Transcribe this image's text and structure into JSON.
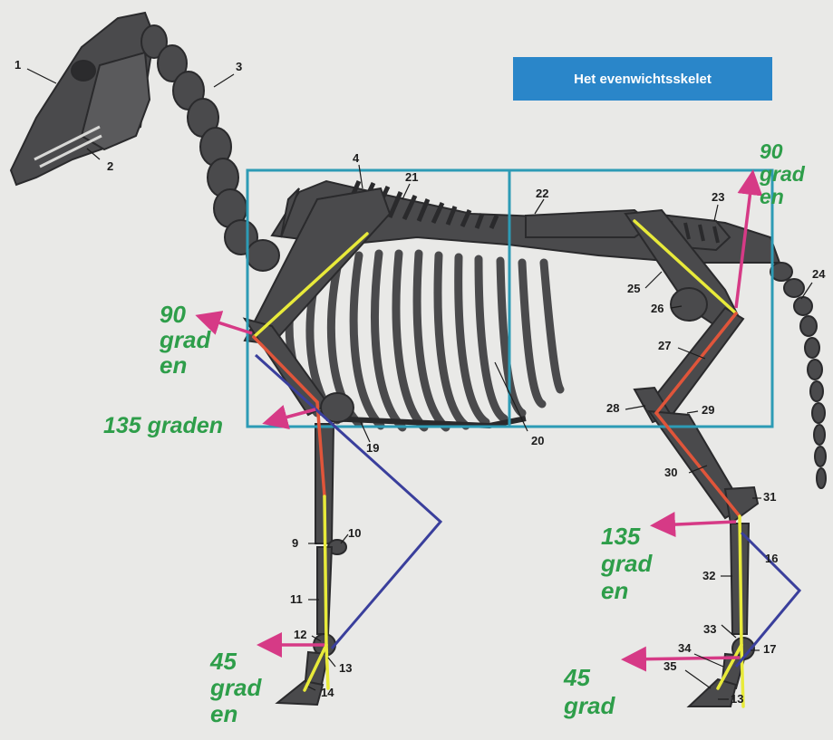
{
  "title": "Het evenwichtsskelet",
  "angle_labels": {
    "hind_top": [
      "90",
      "grad",
      "en"
    ],
    "shoulder": [
      "90",
      "grad",
      "en"
    ],
    "elbow": "135 graden",
    "fore_fetlock": [
      "45",
      "grad",
      "en"
    ],
    "hock": [
      "135",
      "grad",
      "en"
    ],
    "hind_fetlock": [
      "45",
      "grad"
    ]
  },
  "part_numbers": [
    "1",
    "2",
    "3",
    "4",
    "21",
    "22",
    "23",
    "24",
    "25",
    "26",
    "27",
    "28",
    "29",
    "20",
    "19",
    "30",
    "31",
    "16",
    "32",
    "33",
    "17",
    "34",
    "35",
    "13",
    "10",
    "9",
    "11",
    "12",
    "13",
    "14"
  ],
  "colors": {
    "bone": "#4a4a4c",
    "bone_edge": "#2a2a2c",
    "balance_box": "#2d9bb5",
    "axis_yellow": "#e8ea3a",
    "axis_red": "#e0553a",
    "angle_blue": "#3a3f9c",
    "arrow_magenta": "#d63a86",
    "label_green": "#2e9e4a"
  }
}
